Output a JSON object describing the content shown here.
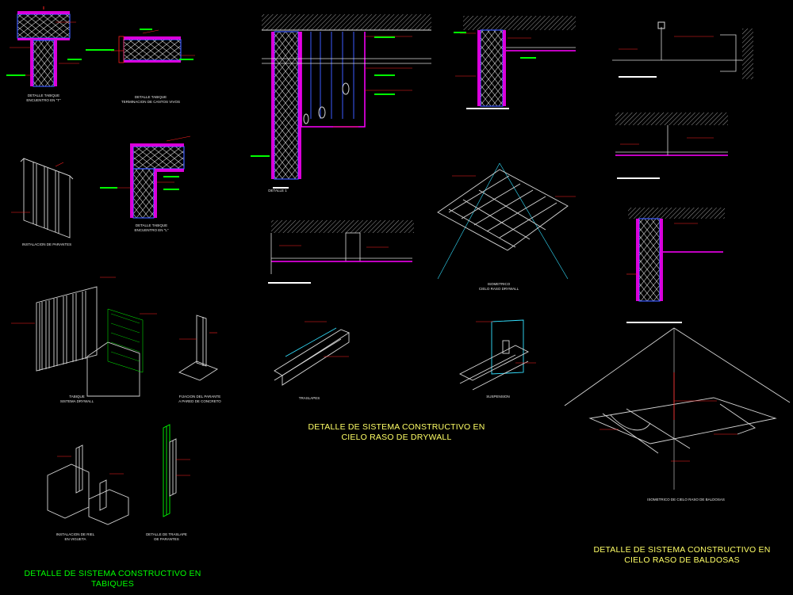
{
  "colors": {
    "background": "#000000",
    "title_green": "#00ff00",
    "title_yellow": "#ffff66",
    "caption_white": "#e8e8e8",
    "stud_blue": "#3b5bff",
    "insulation_magenta": "#ff00ff",
    "dimension_red": "#ff2020",
    "axis_cyan": "#33e0ff",
    "linework_white": "#d8d8d8",
    "hatch_grey": "#8a8a8a"
  },
  "section_titles": {
    "tabiques": {
      "line1": "DETALLE DE SISTEMA CONSTRUCTIVO EN",
      "line2": "TABIQUES"
    },
    "drywall": {
      "line1": "DETALLE DE SISTEMA CONSTRUCTIVO EN",
      "line2": "CIELO RASO DE DRYWALL"
    },
    "baldosas": {
      "line1": "DETALLE DE SISTEMA CONSTRUCTIVO EN",
      "line2": "CIELO RASO DE BALDOSAS"
    }
  },
  "captions": {
    "tabique_encuentro_t": {
      "line1": "DETALLE TABIQUE",
      "line2": "ENCUENTRO EN \"T\""
    },
    "tabique_terminacion": {
      "line1": "DETALLE TABIQUE",
      "line2": "TERMINACION DE CANTOS VIVOS"
    },
    "tabique_encuentro_l": {
      "line1": "DETALLE TABIQUE",
      "line2": "ENCUENTRO EN \"L\""
    },
    "instalacion_parantes": {
      "line1": "INSTALACION DE PARANTES"
    },
    "tabique_drywall": {
      "line1": "TABIQUE",
      "line2": "SISTEMA DRYWALL"
    },
    "fijacion_parante": {
      "line1": "FIJACION DEL PARANTE",
      "line2": "A PARED DE CONCRETO"
    },
    "instalacion_riel": {
      "line1": "INSTALACION DE RIEL",
      "line2": "EN VIGUETA"
    },
    "traslape_parantes": {
      "line1": "DETALLE DE TRASLAPE",
      "line2": "DE PARANTES"
    },
    "detalle_1": {
      "line1": "DETALLE 1"
    },
    "isometrico": {
      "line1": "ISOMETRICO",
      "line2": "CIELO RASO DRYWALL"
    },
    "traslapes": {
      "line1": "TRASLAPES"
    },
    "suspension": {
      "line1": "SUSPENSION"
    },
    "isometrico_baldosas": {
      "line1": "ISOMETRICO DE CIELO RASO DE BALDOSAS"
    }
  },
  "icons": {
    "hatch": "concrete-hatch-pattern",
    "insulation": "insulation-zigzag-pattern",
    "stud": "metal-stud-profile",
    "grid": "ceiling-grid-isometric"
  }
}
